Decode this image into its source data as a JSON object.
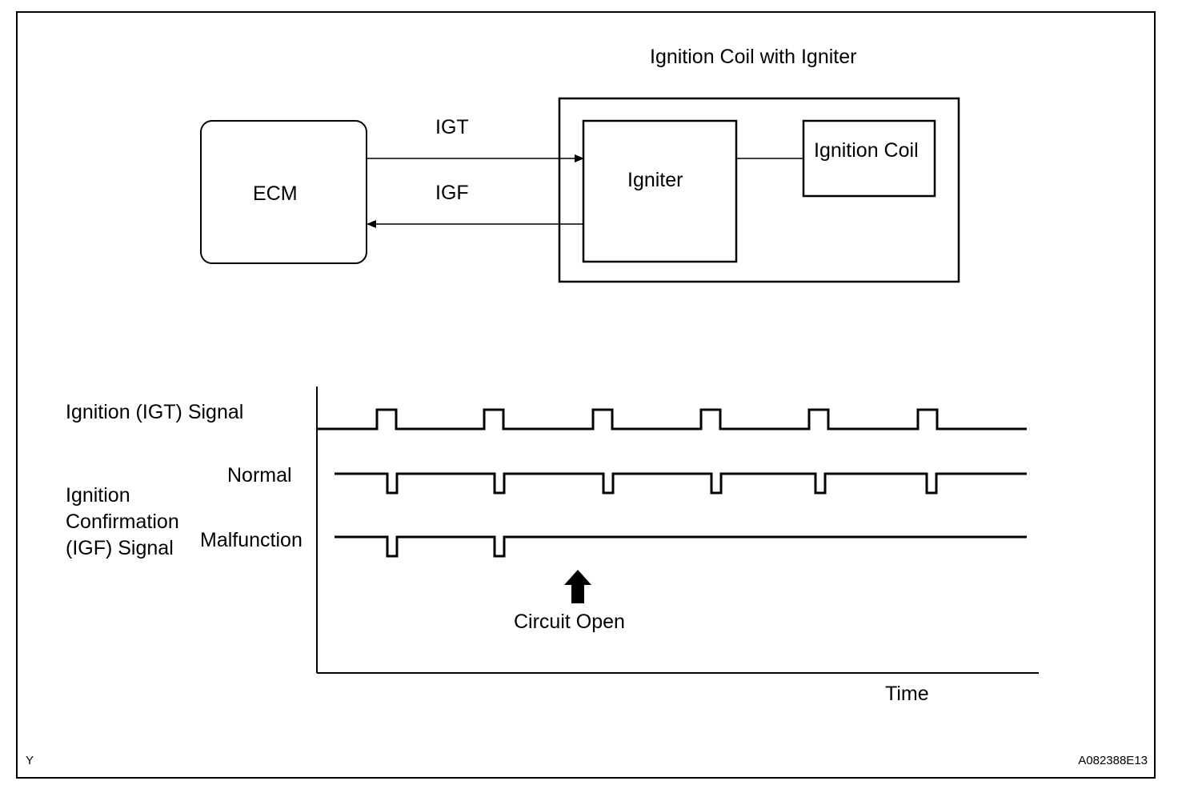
{
  "diagram": {
    "unit_title": "Ignition Coil with Igniter",
    "ecm_label": "ECM",
    "igniter_label": "Igniter",
    "coil_label": "Ignition Coil",
    "igt_line_label": "IGT",
    "igf_line_label": "IGF"
  },
  "timing": {
    "igt_signal_label": "Ignition (IGT) Signal",
    "igf_label_lines": [
      "Ignition",
      "Confirmation",
      "(IGF) Signal"
    ],
    "normal_label": "Normal",
    "malfunction_label": "Malfunction",
    "circuit_open_label": "Circuit Open",
    "time_label": "Time",
    "igt_pulse_count": 6,
    "normal_igf_pulse_count": 6,
    "malfunction_igf_pulse_count": 2
  },
  "footer": {
    "left_mark": "Y",
    "figure_code": "A082388E13"
  }
}
